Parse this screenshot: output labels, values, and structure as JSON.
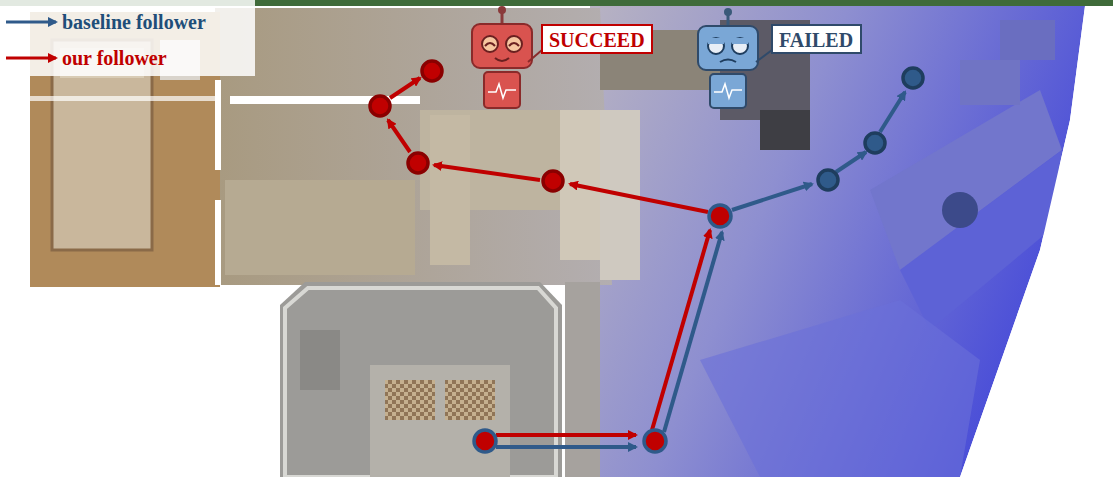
{
  "diagram": {
    "nodes": [
      {
        "text": [
          "SUCCEED"
        ]
      },
      {
        "text": [
          "FAILED"
        ]
      }
    ],
    "legend": [
      {
        "text": "baseline follower"
      },
      {
        "text": "our follower"
      }
    ]
  }
}
